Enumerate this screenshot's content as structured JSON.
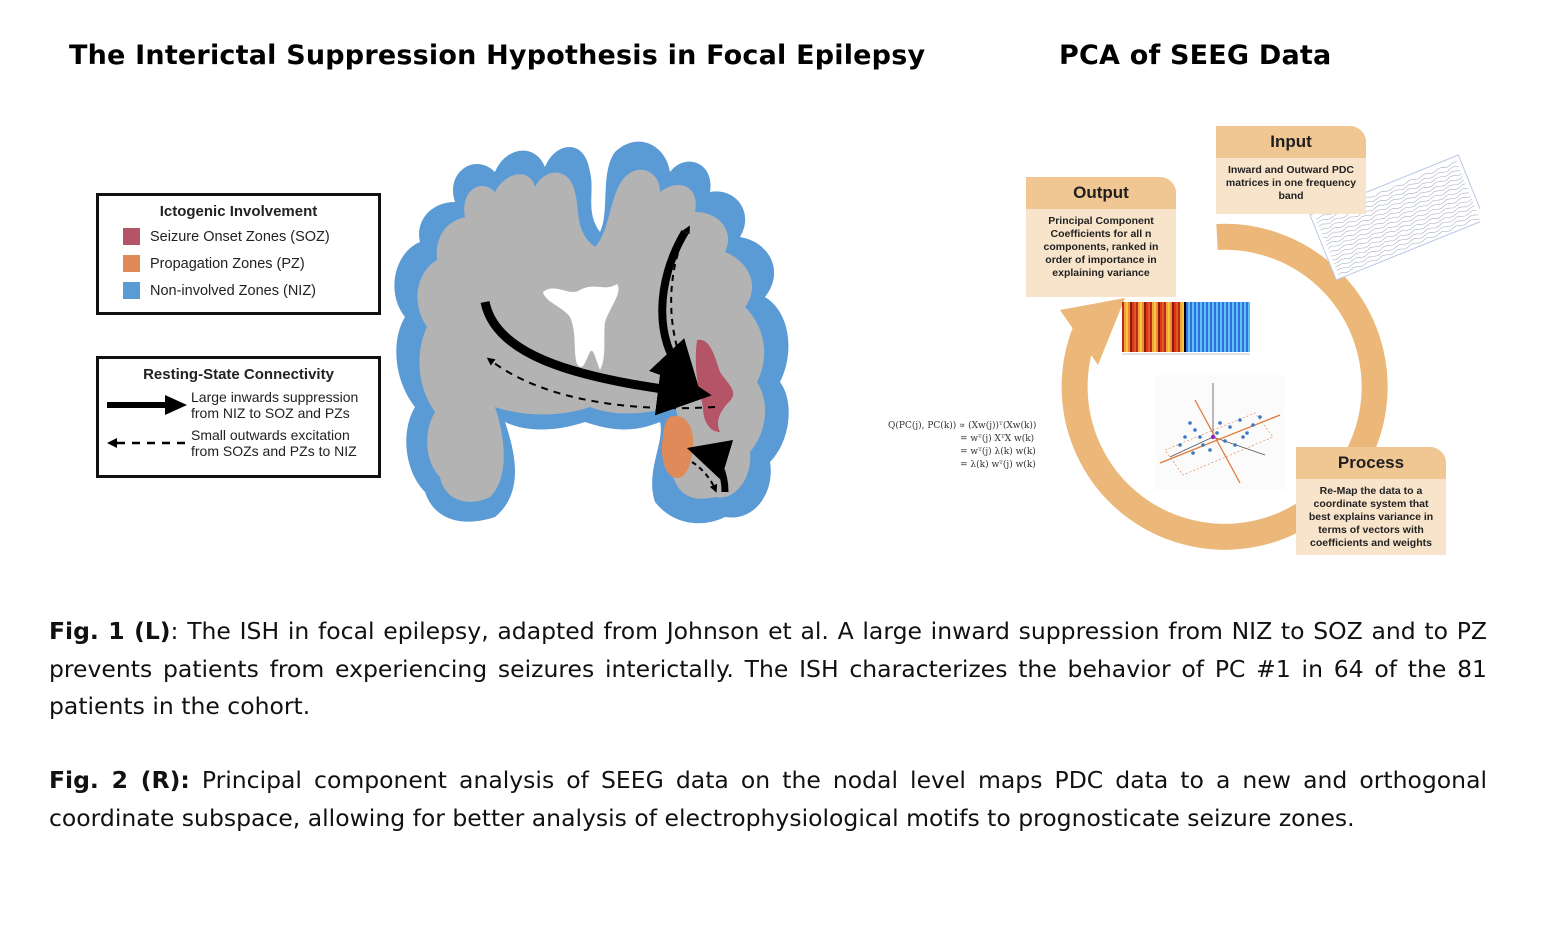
{
  "titles": {
    "left": "The Interictal Suppression Hypothesis in Focal Epilepsy",
    "right": "PCA of SEEG Data"
  },
  "legend_involvement": {
    "heading": "Ictogenic Involvement",
    "items": [
      {
        "label": "Seizure Onset Zones (SOZ)",
        "color": "#b45466"
      },
      {
        "label": "Propagation Zones (PZ)",
        "color": "#e08a5a"
      },
      {
        "label": "Non-involved Zones (NIZ)",
        "color": "#5b9bd5"
      }
    ]
  },
  "legend_connectivity": {
    "heading": "Resting-State Connectivity",
    "items": [
      {
        "label_line1": "Large inwards suppression",
        "label_line2": "from NIZ to SOZ and PZs",
        "style": "solid"
      },
      {
        "label_line1": "Small outwards excitation",
        "label_line2": "from SOZs and PZs to NIZ",
        "style": "dashed"
      }
    ]
  },
  "pca_cycle": {
    "input": {
      "heading": "Input",
      "body": "Inward and Outward PDC matrices in one frequency band"
    },
    "output": {
      "heading": "Output",
      "body": "Principal Component Coefficients for all n components, ranked in order of importance in explaining variance"
    },
    "process": {
      "heading": "Process",
      "body": "Re-Map the data to a coordinate system that best explains variance in terms of vectors with coefficients and weights"
    },
    "arrow_color": "#ecb87a",
    "equation_lines": [
      "Q(PC(j), PC(k)) ∝ (Xw(j))ᵀ(Xw(k))",
      "= wᵀ(j) XᵀX w(k)",
      "= wᵀ(j) λ(k) w(k)",
      "= λ(k) wᵀ(j) w(k)"
    ]
  },
  "captions": {
    "fig1_label": "Fig. 1 (L)",
    "fig1_text": ": The ISH in focal epilepsy, adapted from Johnson et al. A large inward suppression from NIZ to SOZ and to PZ prevents patients from experiencing seizures interictally. The ISH characterizes the behavior of PC #1 in 64 of the 81 patients in the cohort.",
    "fig2_label": "Fig. 2 (R):",
    "fig2_text": " Principal component analysis of SEEG data on the nodal level maps PDC data to a new and orthogonal coordinate subspace, allowing for better analysis of electrophysiological motifs to prognosticate seizure zones."
  }
}
